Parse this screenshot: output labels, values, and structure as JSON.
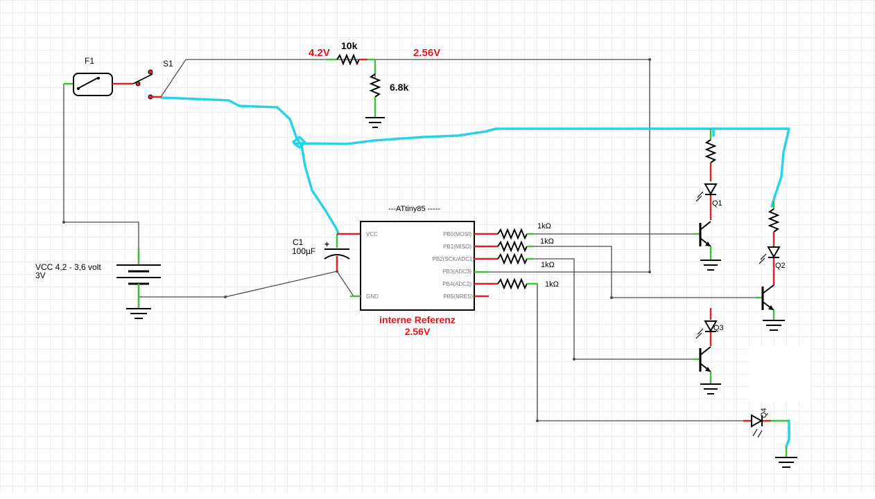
{
  "fuse": {
    "label": "F1"
  },
  "switch": {
    "label": "S1"
  },
  "divider": {
    "input_voltage": "4.2V",
    "r_top": "10k",
    "output_voltage": "2.56V",
    "r_bottom": "6.8k"
  },
  "capacitor": {
    "label": "C1",
    "value": "100µF",
    "polarity": "+"
  },
  "battery": {
    "label_line1": "VCC 4,2 - 3,6 volt",
    "label_line2": "3V"
  },
  "mcu": {
    "title": "---ATtiny85 -----",
    "left_pins": [
      "VCC",
      "GND"
    ],
    "right_pins": [
      "PB0(MOSI)",
      "PB1(MISO)",
      "PB2(SCK/ADC1)",
      "PB3(ADC3)",
      "PB4(ADC2)",
      "PB5(NRES)"
    ],
    "note_line1": "interne Referenz",
    "note_line2": "2.56V"
  },
  "resistors": [
    "1kΩ",
    "1kΩ",
    "1kΩ",
    "1kΩ"
  ],
  "leds": [
    "Q1",
    "Q2",
    "Q3",
    "Q4"
  ],
  "colors": {
    "accent_red": "#e8121b",
    "hand_wire": "#27d3e8",
    "pin_red": "#d9252a",
    "pin_green": "#3fbf3f",
    "grid": "#dedede"
  }
}
